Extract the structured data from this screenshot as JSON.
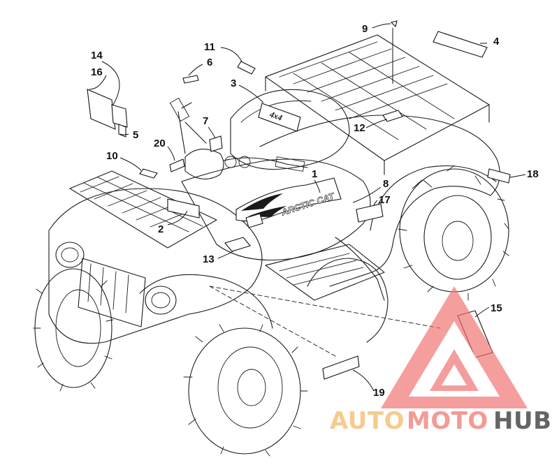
{
  "diagram": {
    "callouts": [
      "1",
      "2",
      "3",
      "4",
      "5",
      "6",
      "7",
      "8",
      "9",
      "10",
      "11",
      "12",
      "13",
      "14",
      "15",
      "16",
      "17",
      "18",
      "19",
      "20"
    ]
  },
  "decal_text": {
    "side": "ARCTIC CAT",
    "fender": "4x4"
  },
  "watermark": {
    "word_auto": "AUTO",
    "word_moto": "MOTO",
    "word_hub": "HUB",
    "colors": {
      "auto": "#f5c27a",
      "moto": "#f08a82",
      "hub": "#4a4a4a",
      "logo": "#f07070"
    }
  }
}
